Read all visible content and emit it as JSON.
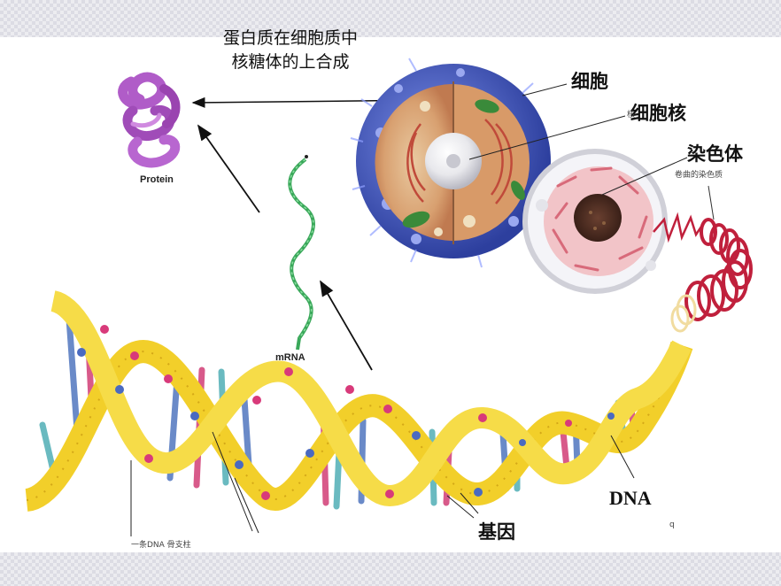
{
  "labels": {
    "protein_synthesis_line1": "蛋白质在细胞质中",
    "protein_synthesis_line2": "核糖体的上合成",
    "cell": "细胞",
    "nucleus": "细胞核",
    "chromosome": "染色体",
    "protein": "Protein",
    "mrna": "mRNA",
    "dna": "DNA",
    "gene": "基因",
    "nucleus_small": "核",
    "coiled_chromatin": "卷曲的染色质",
    "dna_strand": "一条DNA 骨支柱",
    "dna_corner_mark": "ԛ"
  },
  "colors": {
    "protein": "#b05cc8",
    "mrna": "#3aa85a",
    "helix_backbone": "#f2cf2a",
    "chromosome_coil": "#c0203c",
    "cell_outer": "#3b4fb8",
    "checker": "#dcdce4"
  }
}
